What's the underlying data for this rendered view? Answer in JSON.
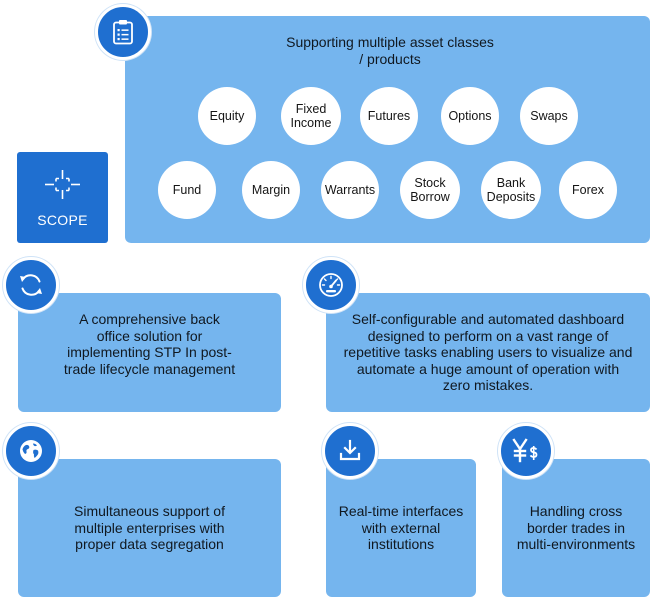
{
  "scope": {
    "label": "SCOPE",
    "icon": "crosshair-icon"
  },
  "asset_panel": {
    "title": "Supporting multiple asset classes / products",
    "icon": "clipboard-icon",
    "row1": [
      "Equity",
      "Fixed Income",
      "Futures",
      "Options",
      "Swaps"
    ],
    "row2": [
      "Fund",
      "Margin",
      "Warrants",
      "Stock Borrow",
      "Bank Deposits",
      "Forex"
    ]
  },
  "cards": [
    {
      "icon": "refresh-cycle-icon",
      "text": "A comprehensive back office solution for implementing STP In post-trade lifecycle management"
    },
    {
      "icon": "speedometer-icon",
      "text": "Self-configurable and automated dashboard designed to perform on a vast range of repetitive tasks enabling users to visualize and automate a huge amount of operation with zero mistakes."
    },
    {
      "icon": "globe-icon",
      "text": "Simultaneous support of multiple enterprises with proper data segregation"
    },
    {
      "icon": "download-icon",
      "text": "Real-time interfaces with external institutions"
    },
    {
      "icon": "yen-dollar-icon",
      "text": "Handling cross border trades in multi-environments"
    }
  ],
  "colors": {
    "panel": "#75b5ee",
    "accent": "#1f6fd0",
    "bubble": "#ffffff"
  }
}
